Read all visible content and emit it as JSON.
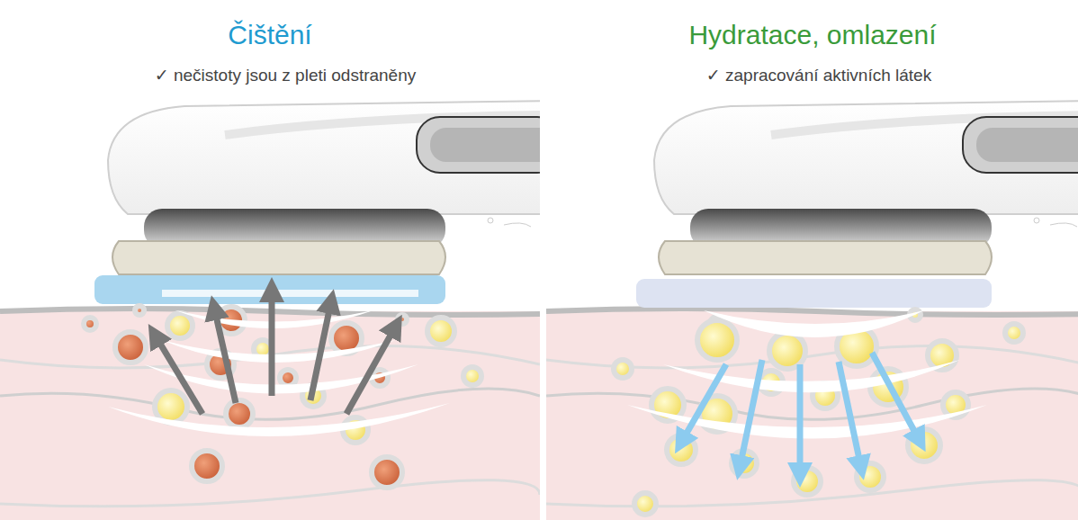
{
  "diagram": {
    "labels": [
      "Čištění",
      "✓ nečistoty jsou z pleti odstraněny",
      "Hydratace, omlazení",
      "✓ zapracování aktivních látek"
    ]
  }
}
